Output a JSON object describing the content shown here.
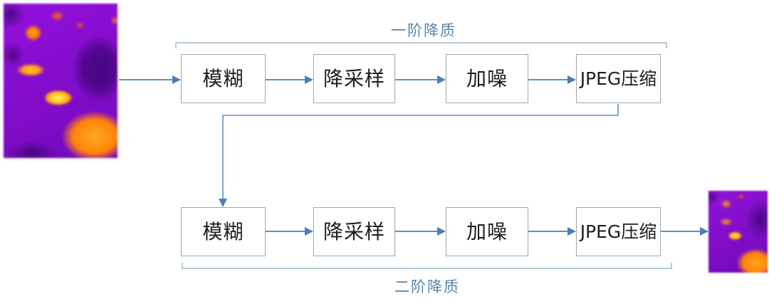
{
  "stage1": {
    "label": "一阶降质",
    "boxes": [
      {
        "label": "模糊"
      },
      {
        "label": "降采样"
      },
      {
        "label": "加噪"
      },
      {
        "label": "JPEG压缩"
      }
    ]
  },
  "stage2": {
    "label": "二阶降质",
    "boxes": [
      {
        "label": "模糊"
      },
      {
        "label": "降采样"
      },
      {
        "label": "加噪"
      },
      {
        "label": "JPEG压缩"
      }
    ]
  },
  "colors": {
    "arrow": "#4a7fb5",
    "connector": "#5f8fb8",
    "bracket": "#a3b8c8",
    "stage_label": "#5485ab",
    "box_border": "#9fa6ad",
    "box_text": "#1d1d1d",
    "thermal_base": "#7e10c2",
    "thermal_hot": "#ff8513",
    "thermal_hottest": "#fff571"
  }
}
